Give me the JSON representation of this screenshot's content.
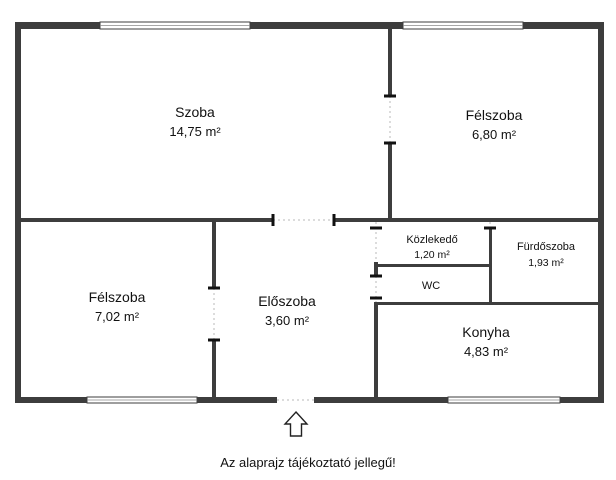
{
  "rooms": [
    {
      "name": "Szoba",
      "area": "14,75 m²"
    },
    {
      "name": "Félszoba",
      "area": "6,80 m²"
    },
    {
      "name": "Félszoba",
      "area": "7,02 m²"
    },
    {
      "name": "Előszoba",
      "area": "3,60 m²"
    },
    {
      "name": "Közlekedő",
      "area": "1,20 m²"
    },
    {
      "name": "Fürdőszoba",
      "area": "1,93 m²"
    },
    {
      "name": "WC",
      "area": ""
    },
    {
      "name": "Konyha",
      "area": "4,83 m²"
    }
  ],
  "disclaimer": "Az alaprajz tájékoztató jellegű!",
  "colors": {
    "wall": "#3d3d3d",
    "background": "#ffffff"
  },
  "icons": {
    "entrance": "up-arrow-outline-icon"
  }
}
